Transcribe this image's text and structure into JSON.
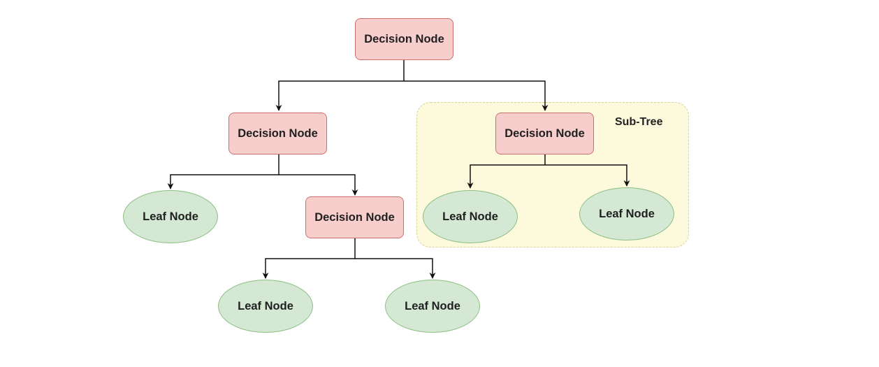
{
  "diagram": {
    "subtree_label": "Sub-Tree",
    "nodes": {
      "root": "Decision Node",
      "left_decision": "Decision Node",
      "right_decision": "Decision Node",
      "left_leaf": "Leaf Node",
      "mid_decision": "Decision Node",
      "bottom_leaf_1": "Leaf Node",
      "bottom_leaf_2": "Leaf Node",
      "subtree_leaf_1": "Leaf Node",
      "subtree_leaf_2": "Leaf Node"
    },
    "colors": {
      "decision_fill": "#f8cecc",
      "decision_border": "#c9706c",
      "leaf_fill": "#d5e8d4",
      "leaf_border": "#8cbf85",
      "subtree_fill": "#fcf9dc",
      "edge": "#111111"
    }
  }
}
